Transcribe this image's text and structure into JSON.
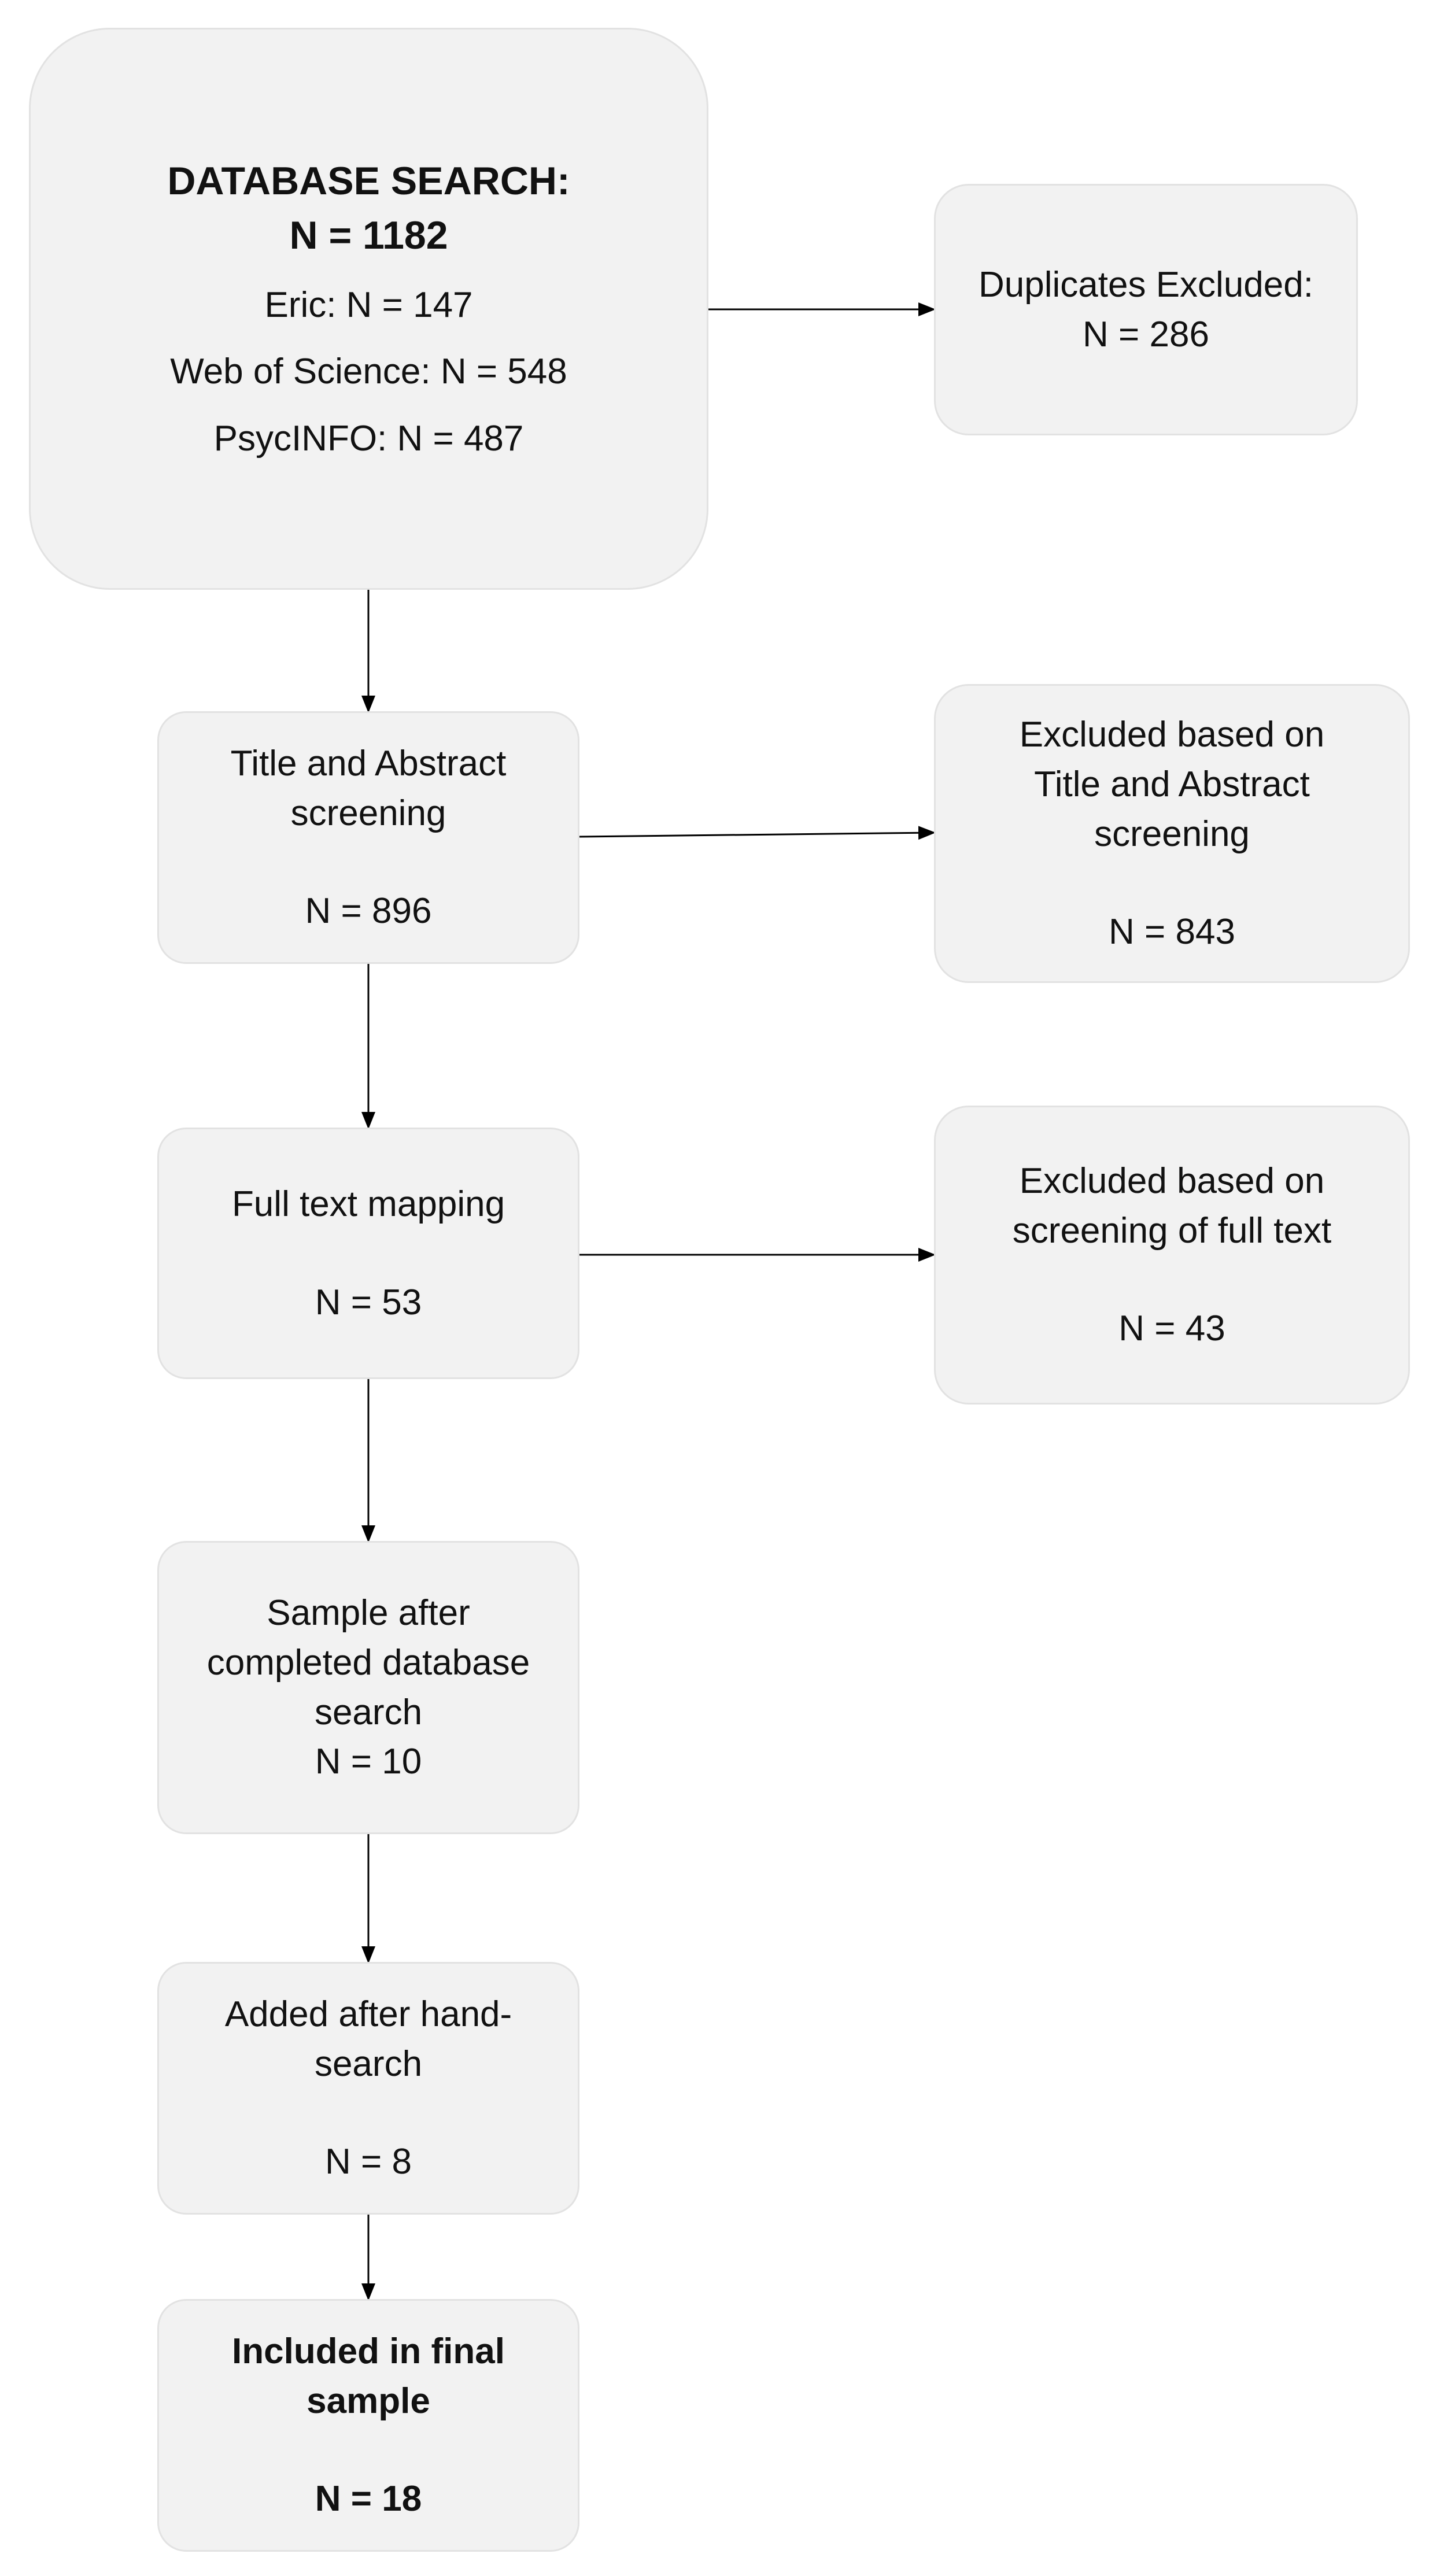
{
  "flow": {
    "database_search": {
      "title": "DATABASE SEARCH:",
      "total": "N = 1182",
      "sources": [
        "Eric: N = 147",
        "Web of Science: N = 548",
        "PsycINFO: N = 487"
      ]
    },
    "duplicates": {
      "line1": "Duplicates Excluded:",
      "line2": "N = 286"
    },
    "title_abstract": {
      "line1": "Title and Abstract",
      "line2": "screening",
      "count": "N = 896"
    },
    "excluded_ta": {
      "line1": "Excluded based on",
      "line2": "Title and Abstract",
      "line3": "screening",
      "count": "N = 843"
    },
    "full_text": {
      "line1": "Full text mapping",
      "count": "N = 53"
    },
    "excluded_ft": {
      "line1": "Excluded based on",
      "line2": "screening of full text",
      "count": "N = 43"
    },
    "sample_db": {
      "line1": "Sample after",
      "line2": "completed database",
      "line3": "search",
      "count": "N = 10"
    },
    "hand_search": {
      "line1": "Added after hand-",
      "line2": "search",
      "count": "N = 8"
    },
    "final": {
      "line1": "Included in final",
      "line2": "sample",
      "count": "N = 18"
    }
  },
  "colors": {
    "box_fill": "#f2f2f2",
    "box_border": "#e2e2e2",
    "arrow": "#000000",
    "text": "#111111"
  }
}
